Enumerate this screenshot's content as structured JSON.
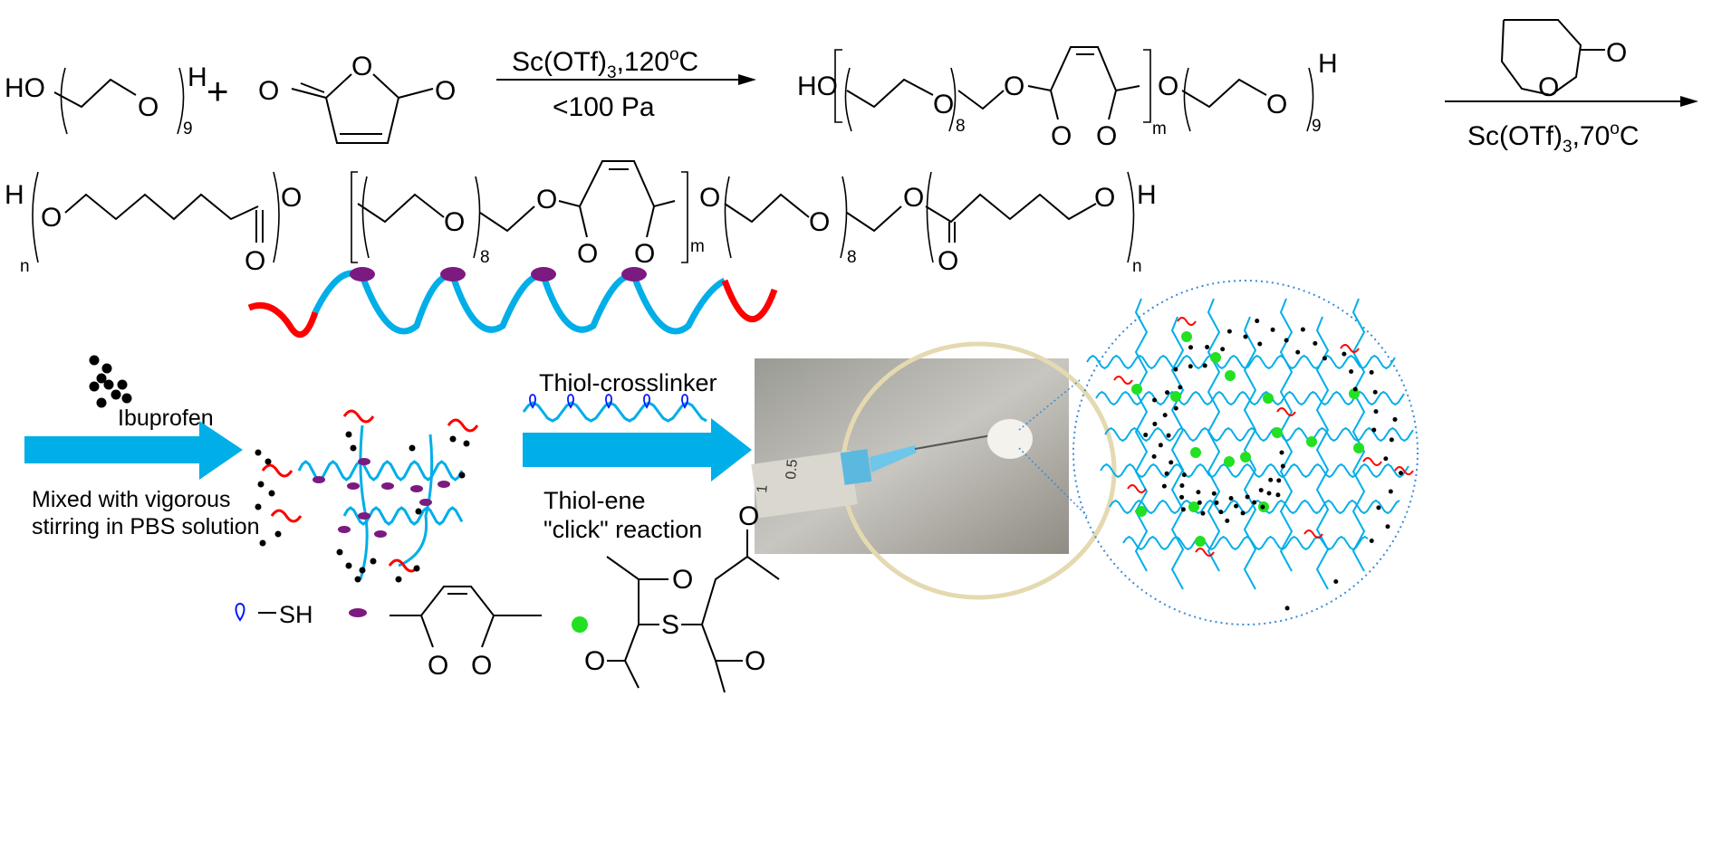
{
  "reaction1": {
    "peg": {
      "ho": "HO",
      "o": "O",
      "repeat": "9",
      "h": "H"
    },
    "plus": "+",
    "anhydride_atoms": [
      "O",
      "O",
      "O"
    ],
    "conditions_top": "Sc(OTf)3,120oC",
    "conditions_bottom": "<100 Pa"
  },
  "product1": {
    "ho": "HO",
    "o": "O",
    "repeat_inner": "8",
    "repeat_m": "m",
    "repeat_end": "9",
    "h": "H"
  },
  "reaction2": {
    "lactone_o": "O",
    "conditions": "Sc(OTf)3,70oC"
  },
  "product2": {
    "h": "H",
    "o": "O",
    "n": "n",
    "repeat_inner": "8",
    "m": "m"
  },
  "step2": {
    "drug_label": "Ibuprofen",
    "mixing_line1": "Mixed with vigorous",
    "mixing_line2": "stirring in PBS solution"
  },
  "step3": {
    "crosslinker_label": "Thiol-crosslinker",
    "reaction_line1": "Thiol-ene",
    "reaction_line2": "\"click\" reaction",
    "syringe_marks": [
      "0.5",
      "1"
    ]
  },
  "legend": {
    "thiol_label": "SH",
    "thioether_s": "S",
    "o": "O"
  },
  "colors": {
    "peg_chain": "#00aee8",
    "pcl_end": "#ff0000",
    "maleate": "#7b1a80",
    "crosslink": "#22e022",
    "thiol": "#0018ff",
    "arrow": "#00aee8"
  }
}
